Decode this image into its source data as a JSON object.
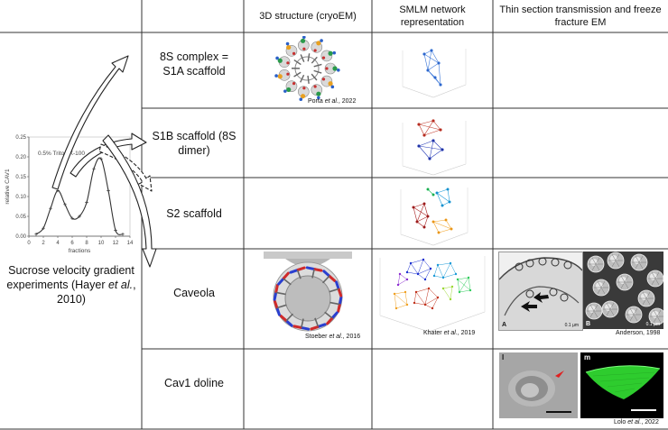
{
  "headers": {
    "col1": "3D structure (cryoEM)",
    "col2": "SMLM network representation",
    "col3": "Thin section transmission and freeze fracture EM"
  },
  "rows": [
    {
      "label": "8S complex = S1A scaffold"
    },
    {
      "label": "S1B scaffold (8S dimer)"
    },
    {
      "label": "S2 scaffold"
    },
    {
      "label": "Caveola"
    },
    {
      "label": "Cav1 doline"
    }
  ],
  "citations": {
    "porta": {
      "author": "Porta ",
      "etal": "et al.",
      "year": ", 2022"
    },
    "stoeber": {
      "author": "Stoeber ",
      "etal": "et al.",
      "year": ", 2016"
    },
    "khater": {
      "author": "Khater ",
      "etal": "et al.",
      "year": ", 2019"
    },
    "anderson": "Anderson, 1998",
    "lolo": {
      "author": "Lolo ",
      "etal": "et al.",
      "year": ", 2022"
    }
  },
  "left_caption": {
    "line1": "Sucrose velocity gradient",
    "line2a": "experiments (Hayer ",
    "etal": "et al.",
    "line2b": ",",
    "line3": "2010)"
  },
  "inset_panels": {
    "a": "A",
    "b": "B",
    "l": "l",
    "m": "m",
    "scale_a": "0.1 µm",
    "scale_b": "0.1 µm"
  },
  "chart_data": {
    "type": "line",
    "annotation": "0.5% Triton X-100",
    "xlabel": "fractions",
    "ylabel": "relative CAV1",
    "xlim": [
      0,
      14
    ],
    "ylim": [
      0,
      0.25
    ],
    "xticks": [
      0,
      2,
      4,
      6,
      8,
      10,
      12,
      14
    ],
    "yticks": [
      0.0,
      0.05,
      0.1,
      0.15,
      0.2,
      0.25
    ],
    "ytick_labels": [
      "0.00",
      "0.05",
      "0.10",
      "0.15",
      "0.20",
      "0.25"
    ],
    "x": [
      1,
      2,
      3,
      4,
      5,
      6,
      7,
      8,
      9,
      10,
      11,
      12,
      13
    ],
    "values": [
      0.005,
      0.02,
      0.07,
      0.115,
      0.08,
      0.045,
      0.05,
      0.085,
      0.17,
      0.195,
      0.115,
      0.015,
      0.005
    ]
  }
}
